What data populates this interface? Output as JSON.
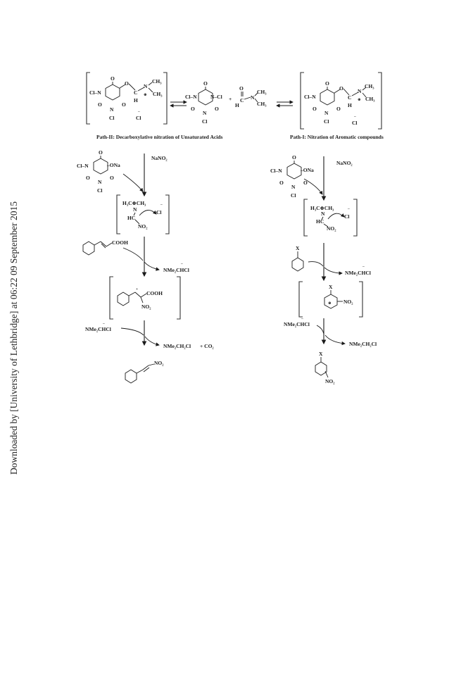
{
  "watermark": "Downloaded by [University of Lethbridge] at 06:22 09 September 2015",
  "captions": {
    "path_ii": "Path-II: Decarboxylative nitration of Unsaturated Acids",
    "path_i": "Path-I: Nitration of Aromatic compounds"
  },
  "labels": {
    "cl": "Cl",
    "cl_n": "Cl–N",
    "n_cl": "N–Cl",
    "n": "N",
    "o": "O",
    "ona": "–ONa",
    "ch3": "CH₃",
    "h": "H",
    "c": "C",
    "plus": "+",
    "chloride": "Cl",
    "nano2": "NaNO₂",
    "h3c_ch3": "H₃C⊕CH₃",
    "hc": "HC",
    "no2": "NO₂",
    "cooh": "COOH",
    "nme2chcl": "NMe₂CHCl",
    "nme2ch2cl": "NMe₂CH₂Cl",
    "co2": "+ CO₂",
    "x": "X",
    "minus": "–",
    "oplus": "⊕",
    "dot": "·"
  }
}
